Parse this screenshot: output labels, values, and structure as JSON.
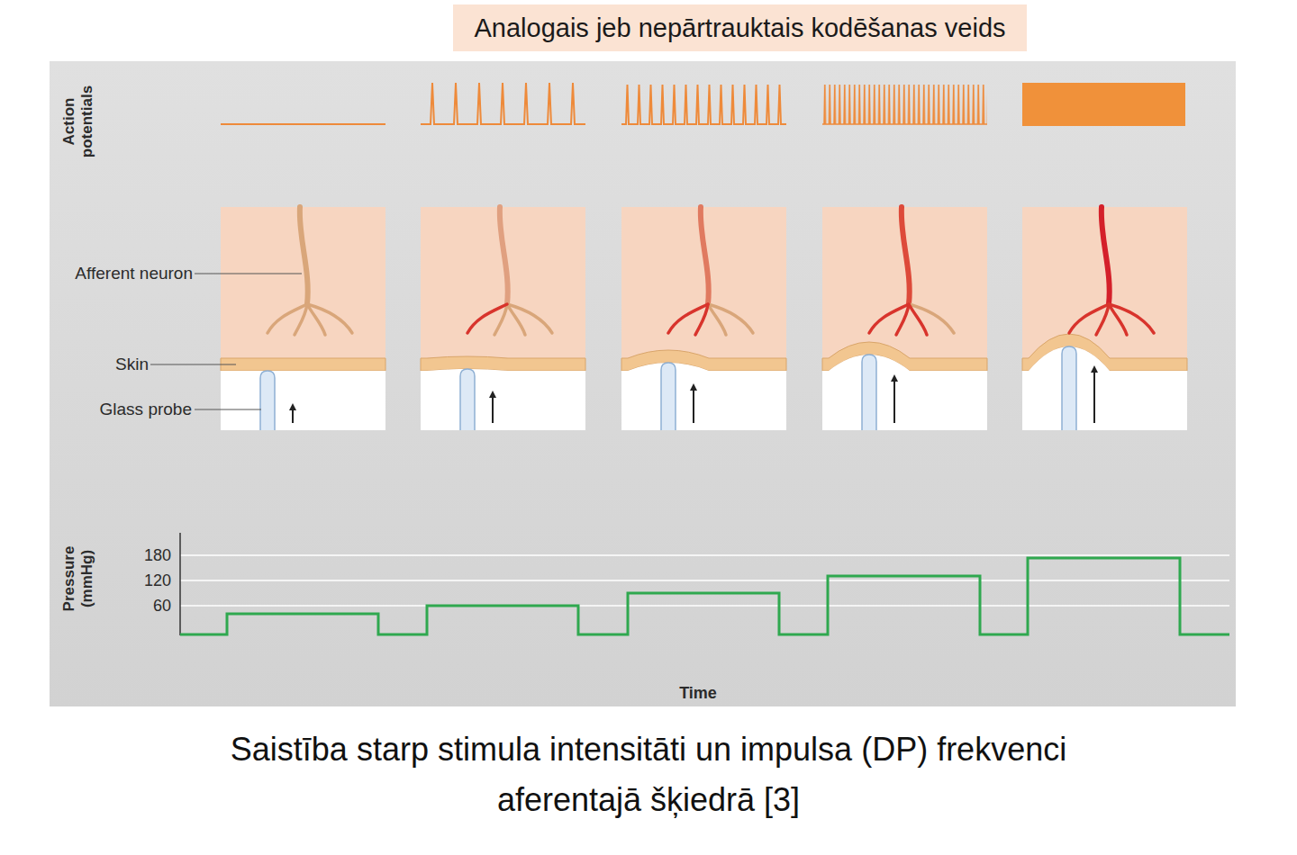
{
  "diagram": {
    "title": "Analogais jeb nepārtrauktais kodēšanas veids",
    "caption": "Saistība starp stimula intensitāti un impulsa (DP) frekvenci aferentajā šķiedrā [3]",
    "labels": [
      "Action potentials",
      "Afferent neuron",
      "Skin",
      "Glass probe",
      "Pressure (mmHg)",
      "180",
      "120",
      "60",
      "Time"
    ]
  }
}
